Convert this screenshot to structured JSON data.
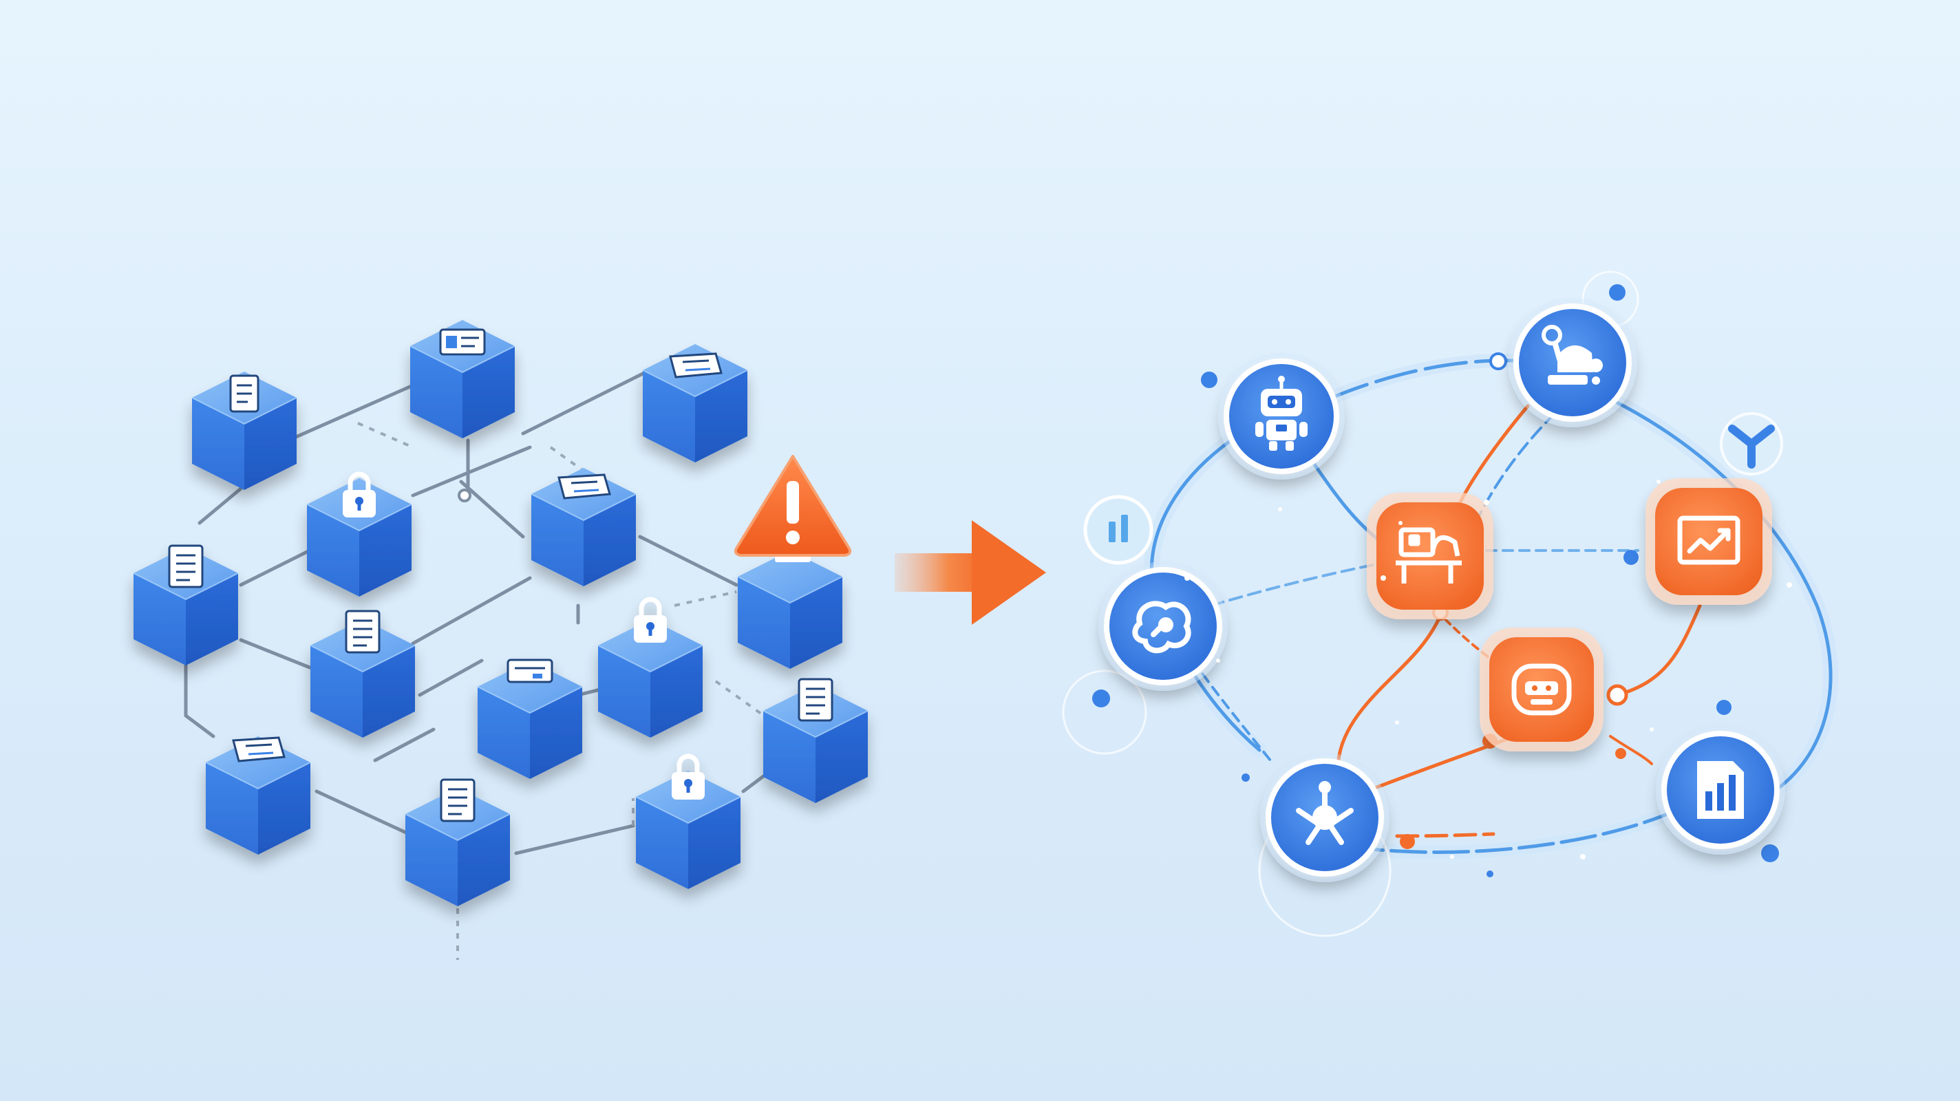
{
  "theme": {
    "blue_main": "#3b82e6",
    "blue_dark": "#1f5fc8",
    "blue_light": "#6aa7f2",
    "orange_main": "#f36c2a",
    "orange_light": "#ff9a5c",
    "line_gray": "#7f8fa3",
    "line_blue": "#6fb0ec",
    "white": "#ffffff"
  },
  "left_cluster": {
    "cubes": [
      {
        "name": "cube-document",
        "icon": "document-icon"
      },
      {
        "name": "cube-id-card",
        "icon": "id-card-icon"
      },
      {
        "name": "cube-ticket",
        "icon": "ticket-icon"
      },
      {
        "name": "cube-lock",
        "icon": "lock-icon"
      },
      {
        "name": "cube-ticket-2",
        "icon": "ticket-icon"
      },
      {
        "name": "cube-list",
        "icon": "list-icon"
      },
      {
        "name": "cube-list-2",
        "icon": "list-icon"
      },
      {
        "name": "cube-lock-2",
        "icon": "lock-icon"
      },
      {
        "name": "cube-card",
        "icon": "card-icon"
      },
      {
        "name": "cube-alert",
        "icon": "warning-icon"
      },
      {
        "name": "cube-list-3",
        "icon": "list-icon"
      },
      {
        "name": "cube-ticket-3",
        "icon": "ticket-icon"
      },
      {
        "name": "cube-list-4",
        "icon": "list-icon"
      },
      {
        "name": "cube-lock-3",
        "icon": "lock-icon"
      }
    ]
  },
  "arrow": {
    "icon": "arrow-right-icon"
  },
  "right_network": {
    "nodes": [
      {
        "name": "node-robot",
        "icon": "robot-icon",
        "tone": "blue"
      },
      {
        "name": "node-robot-arm",
        "icon": "robot-arm-icon",
        "tone": "blue"
      },
      {
        "name": "node-brain",
        "icon": "brain-icon",
        "tone": "blue"
      },
      {
        "name": "node-workstation",
        "icon": "workstation-icon",
        "tone": "orange"
      },
      {
        "name": "node-chart",
        "icon": "line-chart-icon",
        "tone": "orange"
      },
      {
        "name": "node-bot-face",
        "icon": "bot-face-icon",
        "tone": "orange"
      },
      {
        "name": "node-hub",
        "icon": "hub-icon",
        "tone": "blue"
      },
      {
        "name": "node-report",
        "icon": "bar-report-icon",
        "tone": "blue"
      }
    ],
    "decor": [
      {
        "name": "pause-badge",
        "icon": "pause-icon"
      },
      {
        "name": "share-badge",
        "icon": "share-icon"
      }
    ]
  }
}
